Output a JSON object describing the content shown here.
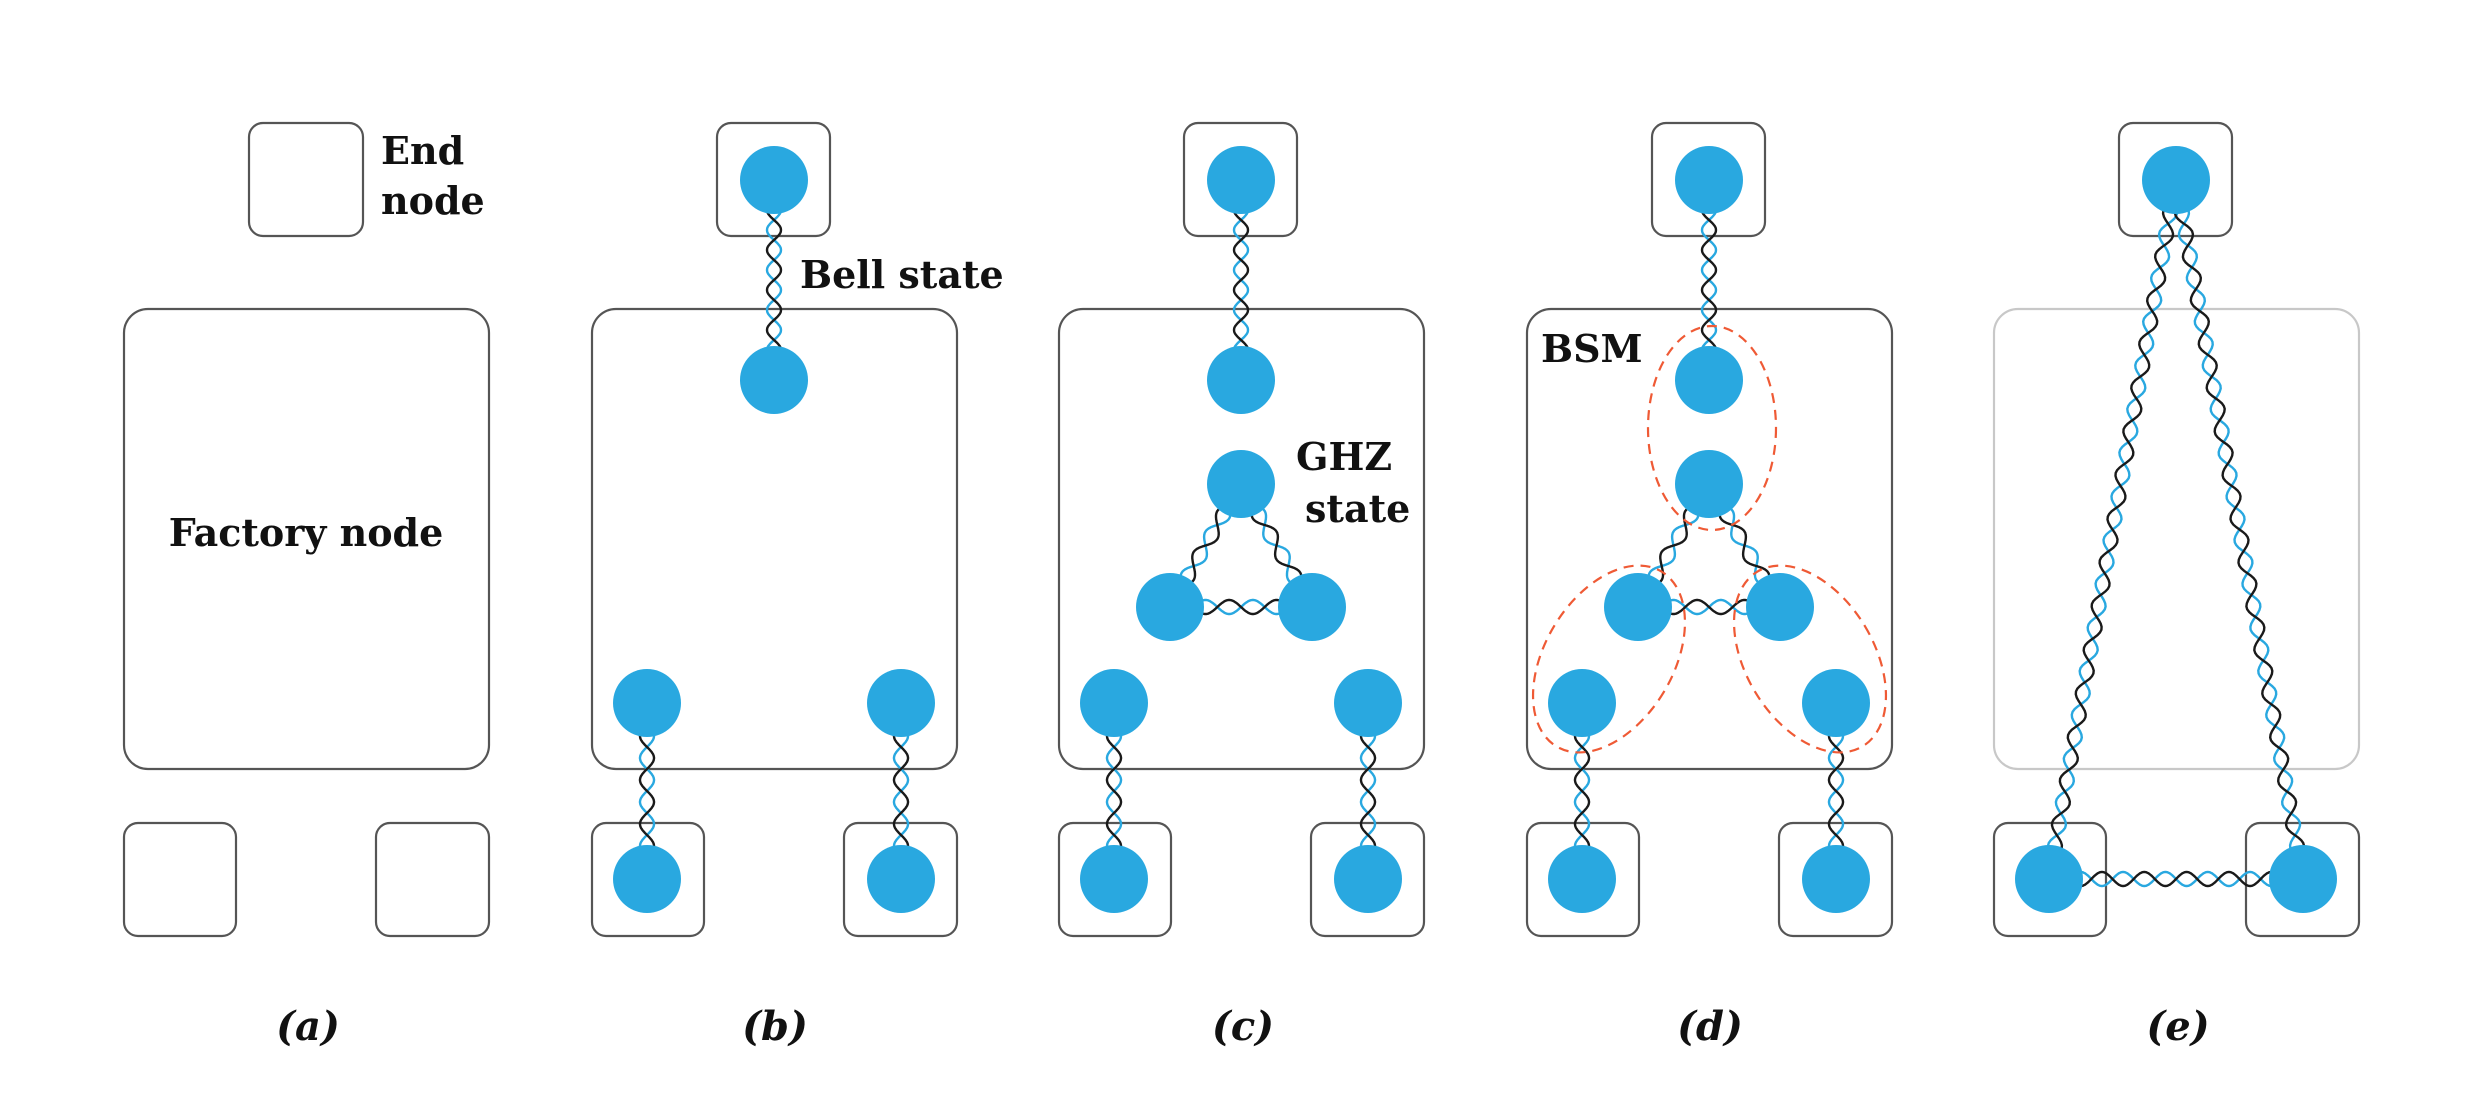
{
  "labels": {
    "end_node": [
      "End",
      "node"
    ],
    "factory_node": "Factory node",
    "bell_state": "Bell state",
    "ghz_state": [
      "GHZ",
      "state"
    ],
    "bsm": "BSM"
  },
  "captions": [
    "(a)",
    "(b)",
    "(c)",
    "(d)",
    "(e)"
  ],
  "colors": {
    "qubit": "#29a8e0",
    "strand_dark": "#1a1a1a",
    "strand_light": "#29a8e0",
    "node_border": "#555555",
    "faded_border": "#c8c8c8",
    "bsm_ellipse": "#ef5a35"
  }
}
